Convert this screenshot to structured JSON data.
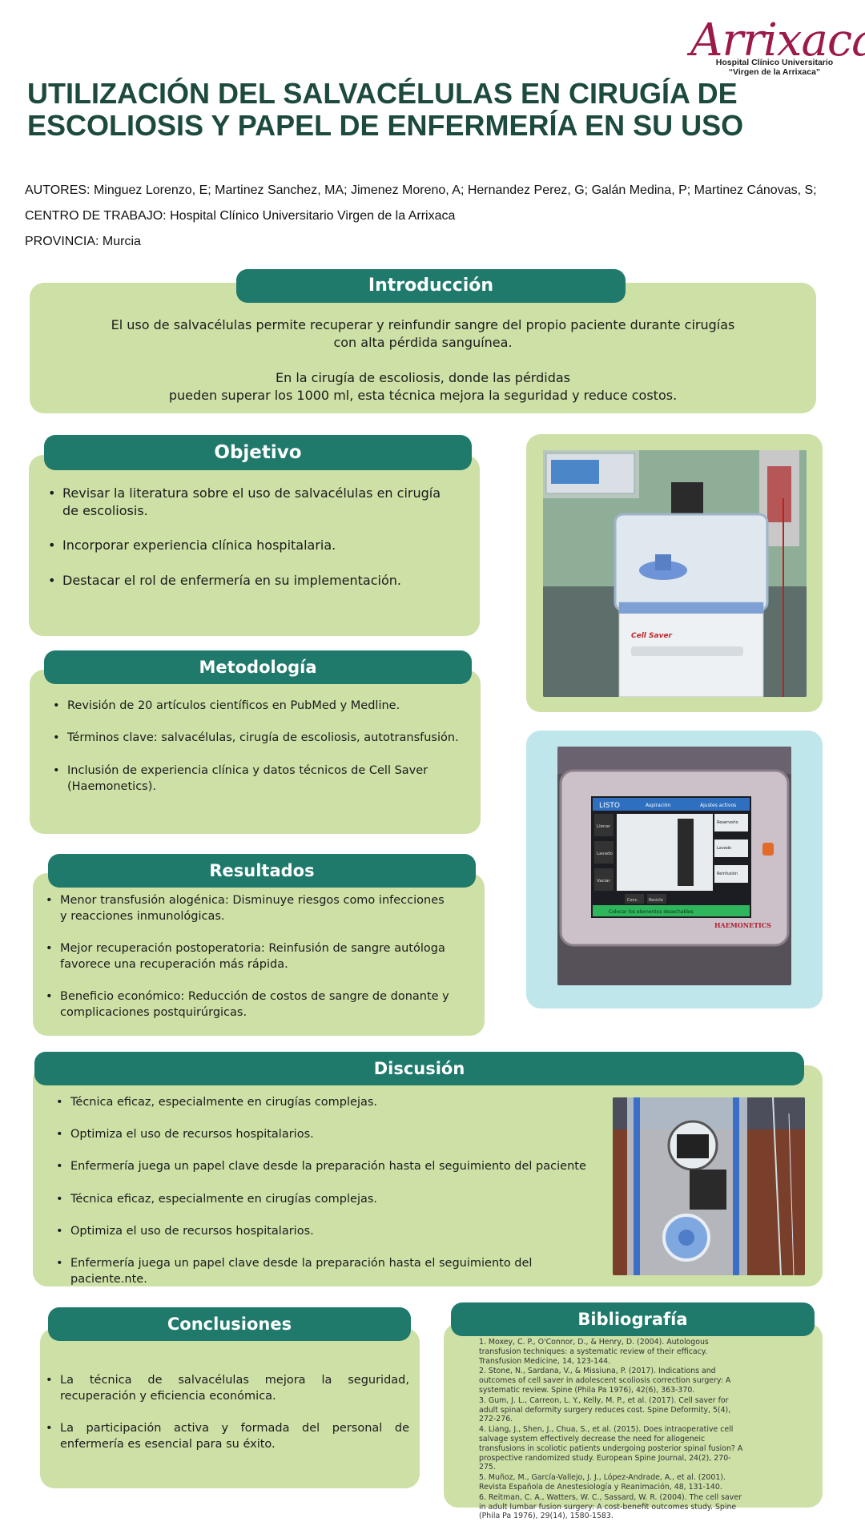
{
  "logo": {
    "name": "Arrixaca",
    "line1": "Hospital Clínico Universitario",
    "line2": "“Virgen de la Arrixaca”"
  },
  "title": {
    "line1": "UTILIZACIÓN DEL SALVACÉLULAS EN CIRUGÍA DE",
    "line2": "ESCOLIOSIS Y PAPEL DE ENFERMERÍA EN SU USO"
  },
  "meta": {
    "authors": "AUTORES: Minguez Lorenzo, E; Martinez Sanchez, MA; Jimenez Moreno, A; Hernandez Perez, G; Galán Medina, P; Martinez Cánovas, S;",
    "center": "CENTRO DE TRABAJO: Hospital Clínico Universitario Virgen de la Arrixaca",
    "province": "PROVINCIA: Murcia"
  },
  "intro": {
    "heading": "Introducción",
    "p1_line1": "El uso de salvacélulas permite recuperar y reinfundir sangre del propio paciente durante cirugías",
    "p1_line2": "con alta pérdida sanguínea.",
    "p2_line1": "En la cirugía de escoliosis, donde las pérdidas",
    "p2_line2": "pueden superar los 1000 ml, esta técnica mejora la seguridad y reduce costos."
  },
  "objetivo": {
    "heading": "Objetivo",
    "items": [
      "Revisar la literatura sobre el uso de salvacélulas en cirugía de escoliosis.",
      " Incorporar experiencia clínica hospitalaria.",
      "Destacar el rol de enfermería en su implementación."
    ]
  },
  "metodologia": {
    "heading": "Metodología",
    "items": [
      "Revisión de 20 artículos científicos en PubMed y Medline.",
      "Términos clave: salvacélulas, cirugía de escoliosis, autotransfusión.",
      "Inclusión de experiencia clínica y datos técnicos de Cell Saver (Haemonetics)."
    ]
  },
  "resultados": {
    "heading": "Resultados",
    "items": [
      "Menor transfusión alogénica: Disminuye riesgos como infecciones y reacciones inmunológicas.",
      "Mejor recuperación postoperatoria: Reinfusión de sangre autóloga favorece una recuperación más rápida.",
      "Beneficio económico: Reducción de costos de sangre de donante y complicaciones postquirúrgicas."
    ]
  },
  "discusion": {
    "heading": "Discusión",
    "items": [
      "Técnica eficaz, especialmente en cirugías complejas.",
      "Optimiza el uso de recursos hospitalarios.",
      "Enfermería juega un papel clave desde la preparación hasta el seguimiento del paciente",
      "Técnica eficaz, especialmente en cirugías complejas.",
      "Optimiza el uso de recursos hospitalarios.",
      "Enfermería juega un papel clave desde la preparación hasta el seguimiento del paciente.nte."
    ]
  },
  "conclusiones": {
    "heading": "Conclusiones",
    "items": [
      "La técnica de salvacélulas mejora la seguridad, recuperación y eficiencia económica.",
      "La participación activa y formada del personal de enfermería es esencial para su éxito."
    ]
  },
  "bibliografia": {
    "heading": "Bibliografía",
    "refs": [
      "1. Moxey, C. P., O'Connor, D., & Henry, D. (2004). Autologous transfusion techniques: a systematic review of their efficacy. Transfusion Medicine, 14, 123-144.",
      "2. Stone, N., Sardana, V., & Missiuna, P. (2017). Indications and outcomes of cell saver in adolescent scoliosis correction surgery: A systematic review. Spine (Phila Pa 1976), 42(6), 363-370.",
      "3. Gum, J. L., Carreon, L. Y., Kelly, M. P., et al. (2017). Cell saver for adult spinal deformity surgery reduces cost. Spine Deformity, 5(4), 272-276.",
      "4. Liang, J., Shen, J., Chua, S., et al. (2015). Does intraoperative cell salvage system effectively decrease the need for allogeneic transfusions in scoliotic patients undergoing posterior spinal fusion? A prospective randomized study. European Spine Journal, 24(2), 270-275.",
      "5. Muñoz, M., García-Vallejo, J. J., López-Andrade, A., et al. (2001). Revista Española de Anestesiología y Reanimación, 48, 131-140.",
      "6. Reitman, C. A., Watters, W. C., Sassard, W. R. (2004). The cell saver in adult lumbar fusion surgery: A cost-benefit outcomes study. Spine (Phila Pa 1976), 29(14), 1580-1583."
    ]
  },
  "screen": {
    "status": "LISTO",
    "tab1": "Aspiración",
    "tab2": "Ajustes activos",
    "left_buttons": [
      "Llenar",
      "Lavado",
      "Vaciar"
    ],
    "right_labels": [
      "Reservorio",
      "Lavado",
      "Reinfusión"
    ],
    "bottom_buttons": [
      "Conc.",
      "Reciclo"
    ],
    "message": "Colocar los elementos desechables",
    "brand": "HAEMONETICS",
    "machine_label": "Cell Saver"
  },
  "colors": {
    "panel": "#cde0a6",
    "panel_blue": "#bfe6ea",
    "pill": "#1f7a6c",
    "title": "#1d4a3e",
    "logo": "#9c1a4a"
  }
}
